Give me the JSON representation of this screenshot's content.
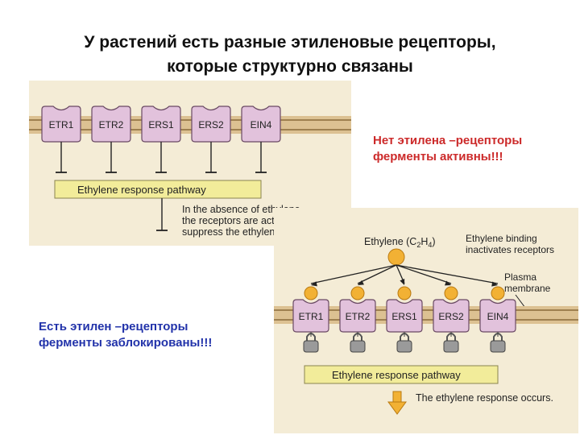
{
  "title": {
    "line1": "У растений есть разные этиленовые рецепторы,",
    "line2": "которые структурно связаны"
  },
  "notes": {
    "no_ethylene_line1": "Нет этилена –рецепторы",
    "no_ethylene_line2": "ферменты активны!!!",
    "with_ethylene_line1": "Есть этилен –рецепторы",
    "with_ethylene_line2": "ферменты заблокированы!!!"
  },
  "receptors": [
    "ETR1",
    "ETR2",
    "ERS1",
    "ERS2",
    "EIN4"
  ],
  "top_panel": {
    "pathway_label": "Ethylene response pathway",
    "caption_line1": "In the absence of ethylene,",
    "caption_line2": "the receptors are active and",
    "caption_line3": "suppress the ethylene response."
  },
  "bottom_panel": {
    "ethylene_label": "Ethylene (C",
    "ethylene_sub": "2",
    "ethylene_mid": "H",
    "ethylene_sub2": "4",
    "ethylene_end": ")",
    "binding_line1": "Ethylene binding",
    "binding_line2": "inactivates receptors",
    "membrane_line1": "Plasma",
    "membrane_line2": "membrane",
    "pathway_label": "Ethylene response pathway",
    "response_label": "The ethylene response occurs."
  },
  "colors": {
    "receptor_fill": "#e2c2dc",
    "membrane": "#d9b98a",
    "pathway_box": "#f2ec9a",
    "ethylene": "#f2b134",
    "lock": "#9a9a9a"
  }
}
